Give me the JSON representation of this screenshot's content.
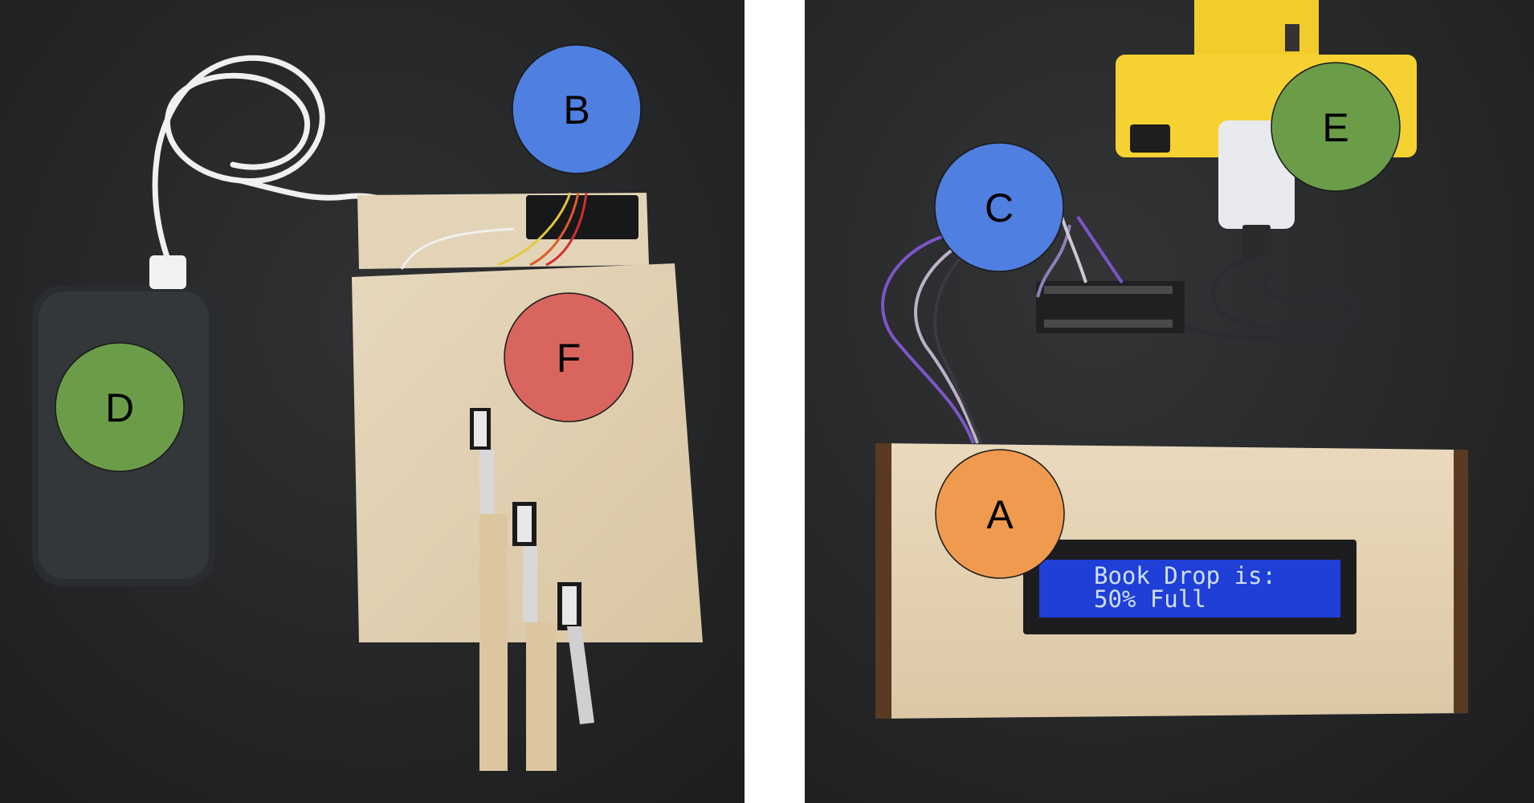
{
  "markers": {
    "A": {
      "label": "A",
      "color": "#ef9a4f"
    },
    "B": {
      "label": "B",
      "color": "#4f7fe0"
    },
    "C": {
      "label": "C",
      "color": "#4f7fe0"
    },
    "D": {
      "label": "D",
      "color": "#6b9d49"
    },
    "E": {
      "label": "E",
      "color": "#6b9d49"
    },
    "F": {
      "label": "F",
      "color": "#d9655f"
    }
  },
  "lcd": {
    "line1": "Book Drop is:",
    "line2": "50% Full"
  }
}
